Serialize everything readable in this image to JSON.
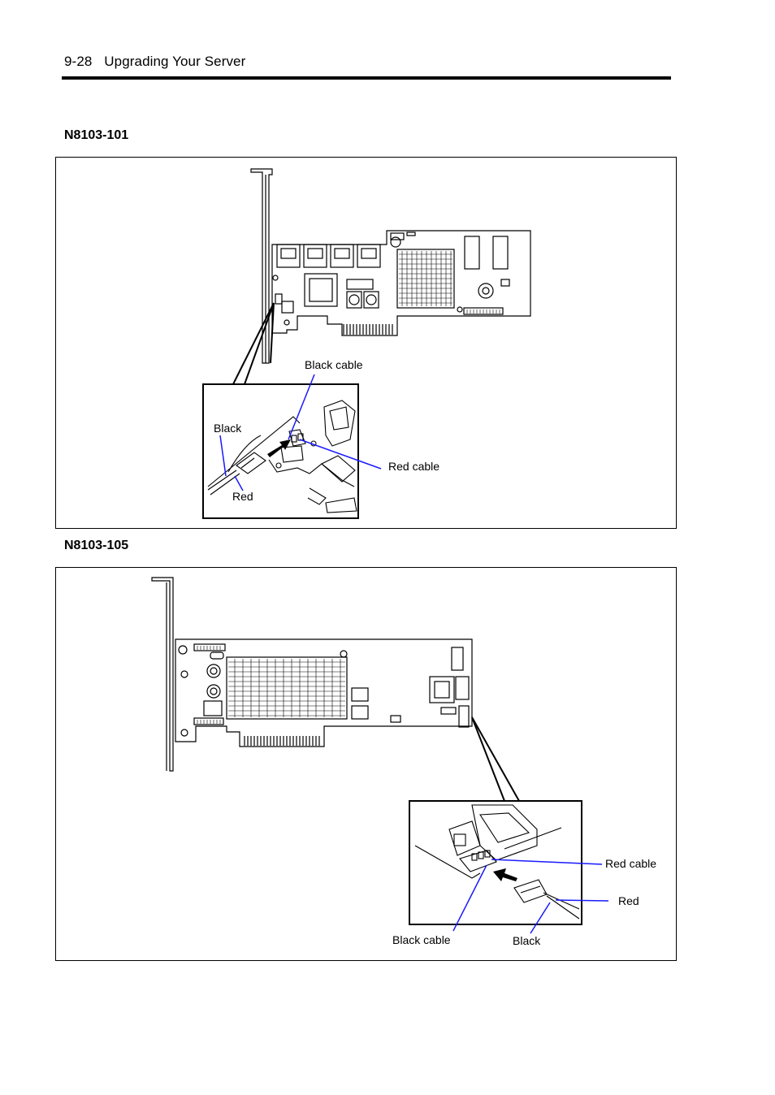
{
  "header": {
    "page_number": "9-28",
    "chapter_title": "Upgrading Your Server"
  },
  "figures": [
    {
      "title": "N8103-101",
      "callouts": {
        "black_cable": "Black cable",
        "red_cable": "Red cable",
        "black": "Black",
        "red": "Red"
      }
    },
    {
      "title": "N8103-105",
      "callouts": {
        "red_cable": "Red cable",
        "red": "Red",
        "black_cable": "Black cable",
        "black": "Black"
      }
    }
  ],
  "colors": {
    "leader_line": "#1a1aff",
    "line_art": "#000000"
  }
}
